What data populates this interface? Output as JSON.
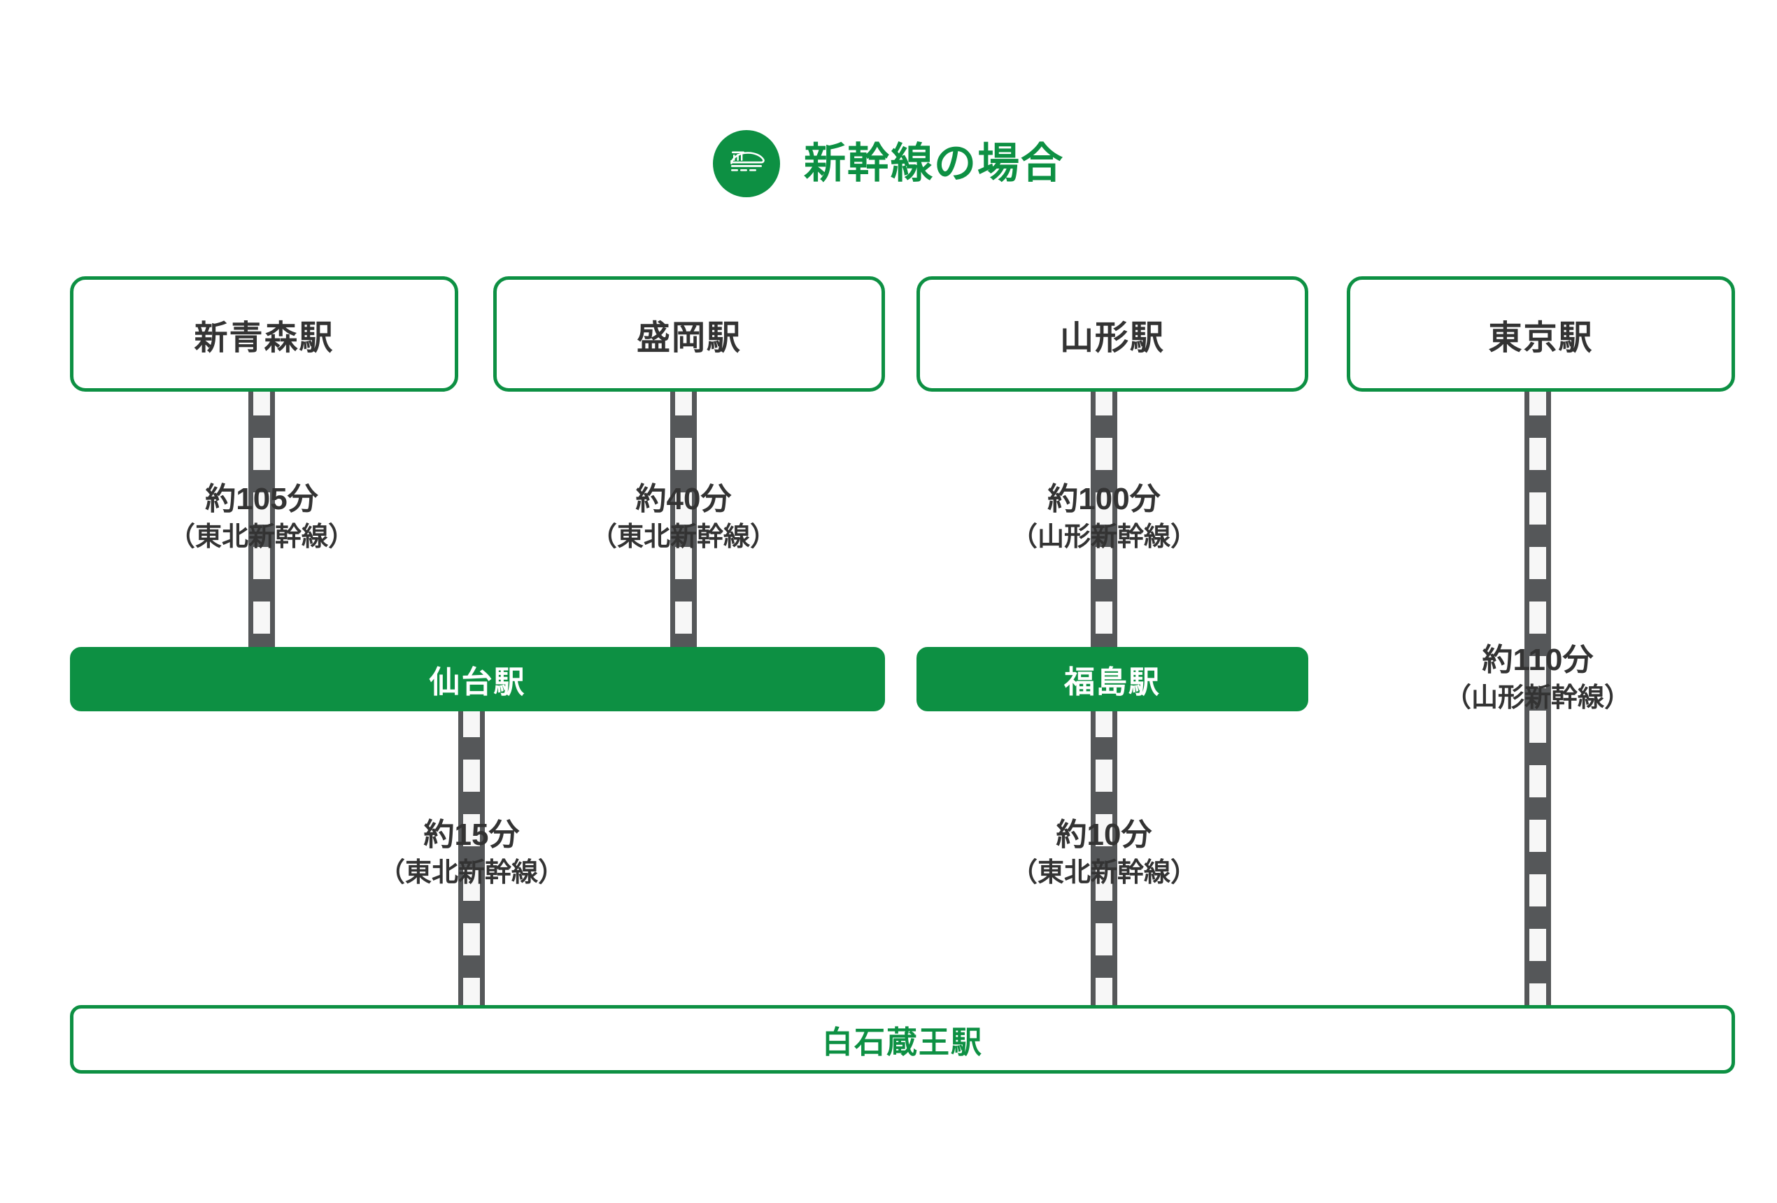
{
  "header": {
    "title": "新幹線の場合",
    "icon": "shinkansen-icon",
    "accent_color": "#0d9043"
  },
  "colors": {
    "green": "#0d9043",
    "track_dark": "#555759",
    "track_light": "#f7f7f7",
    "text_dark": "#333333",
    "background": "#ffffff"
  },
  "diagram": {
    "type": "route-tree",
    "origin_stations": [
      {
        "name": "新青森駅",
        "style": "outline"
      },
      {
        "name": "盛岡駅",
        "style": "outline"
      },
      {
        "name": "山形駅",
        "style": "outline"
      },
      {
        "name": "東京駅",
        "style": "outline"
      }
    ],
    "transfer_stations": [
      {
        "name": "仙台駅",
        "style": "filled"
      },
      {
        "name": "福島駅",
        "style": "filled"
      }
    ],
    "destination_station": {
      "name": "白石蔵王駅",
      "style": "outline-green-text"
    },
    "segments": [
      {
        "from": "新青森駅",
        "to": "仙台駅",
        "duration": "約105分",
        "line": "（東北新幹線）"
      },
      {
        "from": "盛岡駅",
        "to": "仙台駅",
        "duration": "約40分",
        "line": "（東北新幹線）"
      },
      {
        "from": "山形駅",
        "to": "福島駅",
        "duration": "約100分",
        "line": "（山形新幹線）"
      },
      {
        "from": "東京駅",
        "to": "白石蔵王駅",
        "duration": "約110分",
        "line": "（山形新幹線）"
      },
      {
        "from": "仙台駅",
        "to": "白石蔵王駅",
        "duration": "約15分",
        "line": "（東北新幹線）"
      },
      {
        "from": "福島駅",
        "to": "白石蔵王駅",
        "duration": "約10分",
        "line": "（東北新幹線）"
      }
    ]
  }
}
